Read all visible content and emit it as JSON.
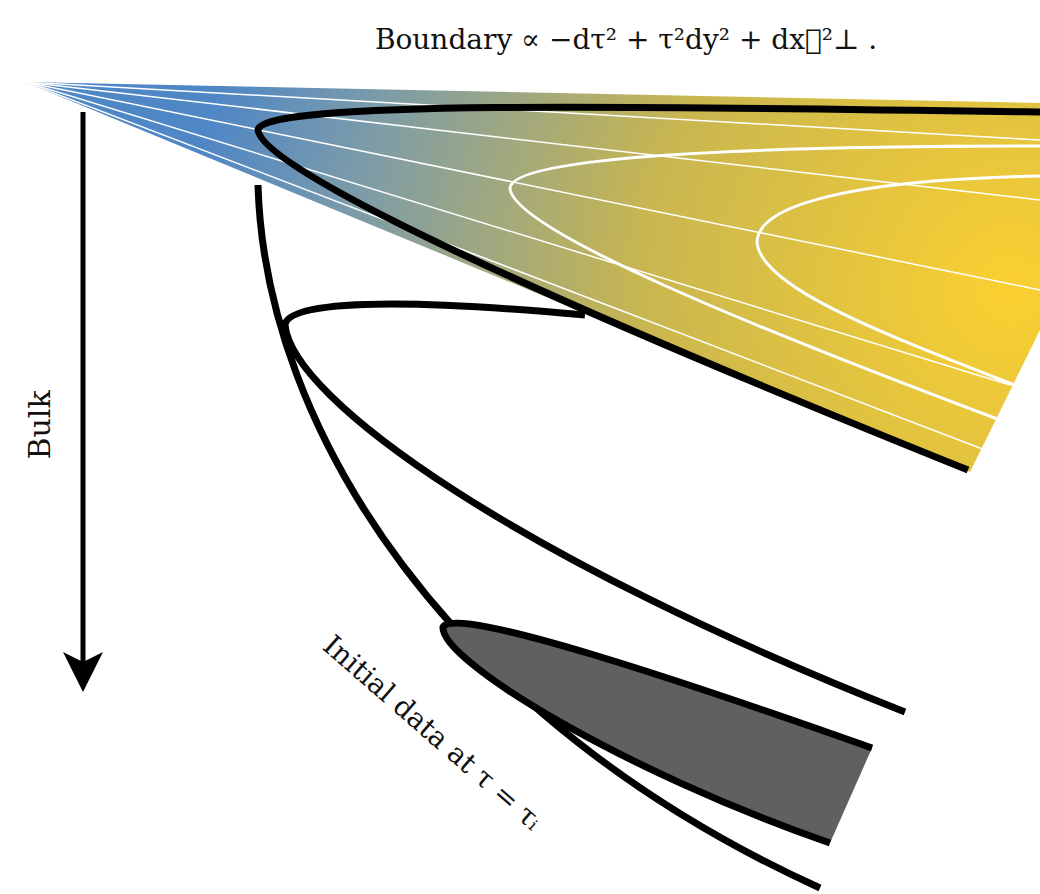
{
  "diagram": {
    "labels": [
      "Boundary ∝ −dτ² + τ²dy² + dx⃗²⊥ .",
      "Bulk",
      "Initial data at τ = τᵢ"
    ]
  }
}
